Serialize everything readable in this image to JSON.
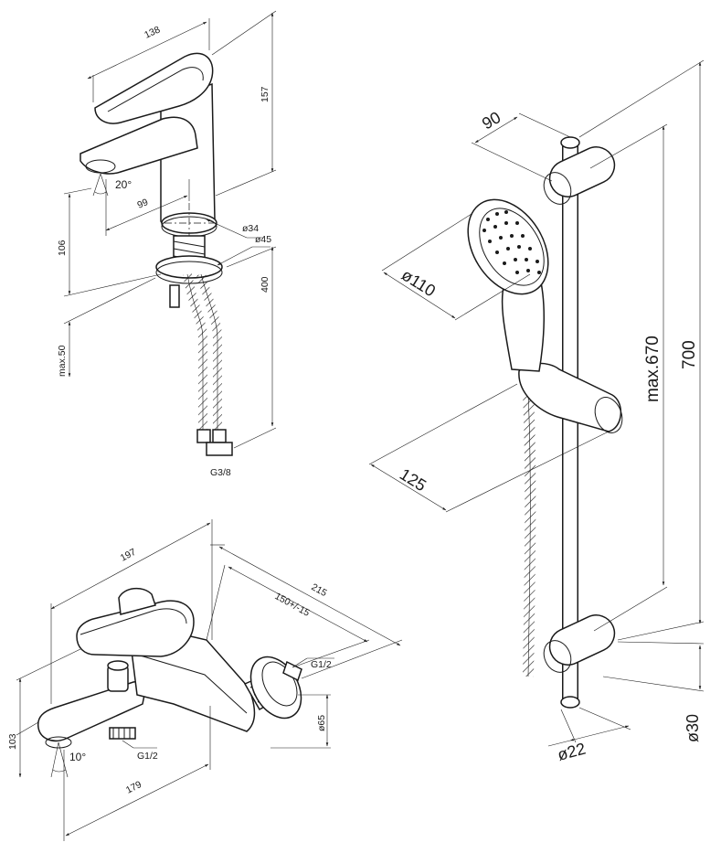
{
  "basin_mixer": {
    "width": "138",
    "height": "157",
    "spout_reach": "99",
    "spout_height": "106",
    "deck_max": "max.50",
    "hose_length": "400",
    "spout_angle": "20°",
    "diameter_inner": "ø34",
    "diameter_outer": "ø45",
    "connection": "G3/8"
  },
  "bath_mixer": {
    "length": "197",
    "overall": "215",
    "centres": "150+/-15",
    "spout_length": "179",
    "height": "103",
    "flange": "ø65",
    "inlet": "G1/2",
    "outlet": "G1/2",
    "spout_angle": "10°"
  },
  "shower_set": {
    "head_offset": "90",
    "head_diameter": "ø110",
    "holder_projection": "125",
    "rail_adjust": "max.670",
    "rail_length": "700",
    "bracket_diameter": "ø30",
    "rail_diameter": "ø22"
  }
}
